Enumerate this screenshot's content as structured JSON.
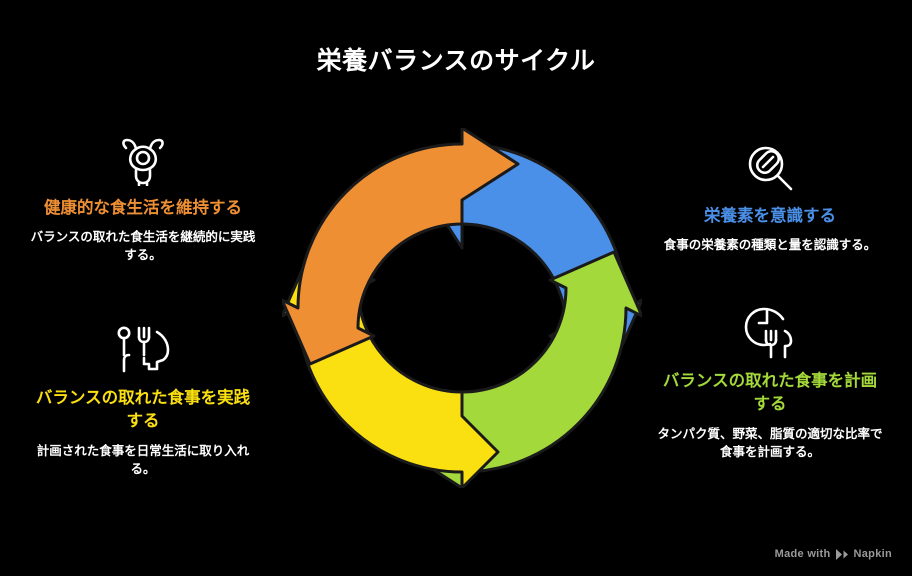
{
  "page": {
    "title": "栄養バランスのサイクル",
    "background_color": "#000000",
    "text_color": "#ffffff"
  },
  "colors": {
    "blue": "#4a90e8",
    "green": "#a3d93a",
    "yellow": "#fbe011",
    "orange": "#ef8f33",
    "stroke": "#1a1a1a",
    "watermark": "#9a9a9a"
  },
  "chart_data": {
    "type": "pie",
    "title": "栄養バランスのサイクル",
    "subtype": "cycle-diagram-4-arrows",
    "categories": [
      "栄養素を意識する",
      "バランスの取れた食事を計画する",
      "バランスの取れた食事を実践する",
      "健康的な食生活を維持する"
    ],
    "values": [
      25,
      25,
      25,
      25
    ],
    "colors": [
      "#4a90e8",
      "#a3d93a",
      "#fbe011",
      "#ef8f33"
    ],
    "segment_order": [
      "top-right",
      "bottom-right",
      "bottom-left",
      "top-left"
    ],
    "direction": "clockwise",
    "legend": "none",
    "grid": false
  },
  "items": {
    "maintain": {
      "icon": "apple-health-icon",
      "heading": "健康的な食生活を維持する",
      "body": "バランスの取れた食生活を継続的に実践する。",
      "color": "#ef8f33"
    },
    "practice": {
      "icon": "mindful-eating-head-icon",
      "heading": "バランスの取れた食事を実践する",
      "body": "計画された食事を日常生活に取り入れる。",
      "color": "#fbe011"
    },
    "aware": {
      "icon": "magnifier-nutrient-icon",
      "heading": "栄養素を意識する",
      "body": "食事の栄養素の種類と量を認識する。",
      "color": "#4a90e8"
    },
    "plan": {
      "icon": "plate-cutlery-icon",
      "heading": "バランスの取れた食事を計画する",
      "body": "タンパク質、野菜、脂質の適切な比率で食事を計画する。",
      "color": "#a3d93a"
    }
  },
  "watermark": {
    "text": "Made with",
    "brand": "Napkin",
    "icon": "napkin-logo-icon"
  }
}
